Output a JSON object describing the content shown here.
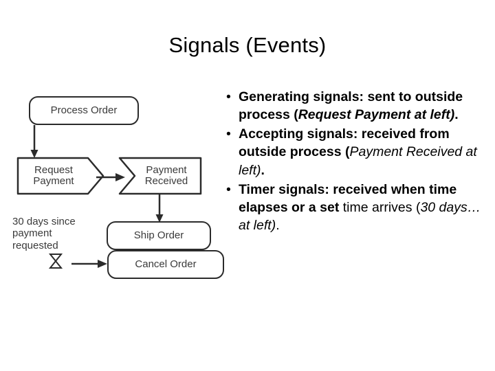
{
  "slide": {
    "title": "Signals (Events)"
  },
  "diagram": {
    "nodes": [
      {
        "id": "process-order",
        "label": "Process Order",
        "shape": "rounded-rectangle"
      },
      {
        "id": "request-payment",
        "label": "Request\nPayment",
        "shape": "send-signal"
      },
      {
        "id": "payment-received",
        "label": "Payment\nReceived",
        "shape": "receive-signal"
      },
      {
        "id": "ship-order",
        "label": "Ship Order",
        "shape": "rounded-rectangle"
      },
      {
        "id": "cancel-order",
        "label": "Cancel Order",
        "shape": "rounded-rectangle"
      },
      {
        "id": "timer",
        "label": "30 days since\npayment\nrequested",
        "shape": "hourglass-timer"
      }
    ],
    "connectors": [
      {
        "from": "process-order",
        "to": "request-payment",
        "type": "arrow"
      },
      {
        "from": "request-payment",
        "to": "payment-received",
        "type": "arrow"
      },
      {
        "from": "payment-received",
        "to": "ship-order",
        "type": "arrow"
      },
      {
        "from": "timer",
        "to": "cancel-order",
        "type": "arrow"
      }
    ]
  },
  "bullets": [
    {
      "marker": "•",
      "runs": [
        {
          "text": "Generating signals: sent to outside process (",
          "style": "bold"
        },
        {
          "text": "Request Payment at left)",
          "style": "bold-italic"
        },
        {
          "text": ".",
          "style": "bold"
        }
      ]
    },
    {
      "marker": "•",
      "runs": [
        {
          "text": "Accepting signals: received from outside process (",
          "style": "bold"
        },
        {
          "text": "Payment Received at left)",
          "style": "italic"
        },
        {
          "text": ".",
          "style": "bold"
        }
      ]
    },
    {
      "marker": "•",
      "runs": [
        {
          "text": "Timer signals: received when time elapses or a set ",
          "style": "bold"
        },
        {
          "text": "time arrives (",
          "style": "normal"
        },
        {
          "text": "30 days… at left)",
          "style": "italic"
        },
        {
          "text": ".",
          "style": "normal"
        }
      ]
    }
  ]
}
